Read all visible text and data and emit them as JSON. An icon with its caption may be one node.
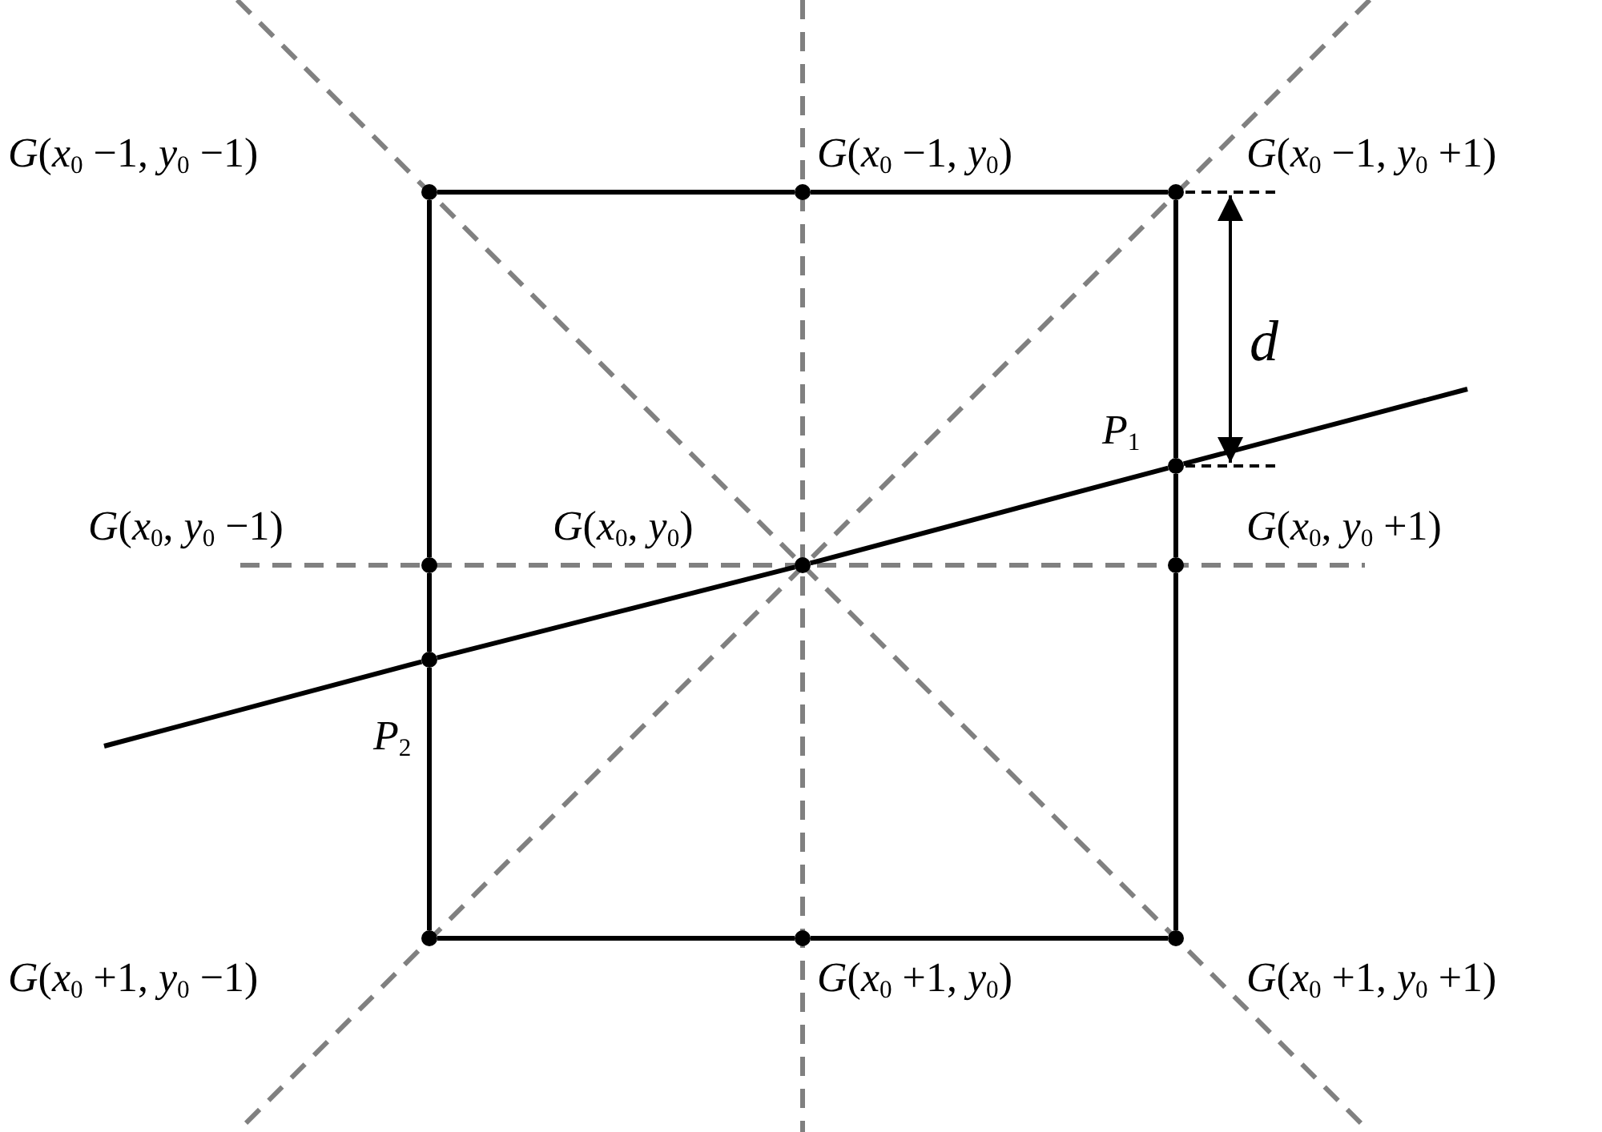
{
  "diagram": {
    "nodes": [
      {
        "text": [],
        "shape": "circle",
        "beside": [
          "*G*(*x*$_{0}$ −1, *y*$_{0}$ −1)"
        ]
      },
      {
        "text": [],
        "shape": "circle",
        "beside": [
          "*G*(*x*$_{0}$ −1, *y*$_{0}$)"
        ]
      },
      {
        "text": [],
        "shape": "circle",
        "beside": [
          "*G*(*x*$_{0}$ −1, *y*$_{0}$ +1)"
        ]
      },
      {
        "text": [],
        "shape": "circle",
        "beside": [
          "*P*$_{1}$"
        ]
      },
      {
        "text": [],
        "shape": "circle",
        "beside": [
          "*G*(*x*$_{0}$, *y*$_{0}$ −1)"
        ]
      },
      {
        "text": [],
        "shape": "circle",
        "beside": [
          "*G*(*x*$_{0}$, *y*$_{0}$)"
        ]
      },
      {
        "text": [],
        "shape": "circle",
        "beside": [
          "*G*(*x*$_{0}$, *y*$_{0}$ +1)"
        ]
      },
      {
        "text": [],
        "shape": "circle",
        "beside": [
          "*P*$_{2}$"
        ]
      },
      {
        "text": [],
        "shape": "circle",
        "beside": [
          "*G*(*x*$_{0}$ +1, *y*$_{0}$ −1)"
        ]
      },
      {
        "text": [],
        "shape": "circle",
        "beside": [
          "*G*(*x*$_{0}$ +1, *y*$_{0}$)"
        ]
      },
      {
        "text": [],
        "shape": "circle",
        "beside": [
          "*G*(*x*$_{0}$ +1, *y*$_{0}$ +1)"
        ]
      }
    ],
    "edges": [
      {
        "from": 0,
        "to": 1,
        "arrow": "none"
      },
      {
        "from": 1,
        "to": 2,
        "arrow": "none"
      },
      {
        "from": 2,
        "to": 3,
        "arrow": "none"
      },
      {
        "from": 3,
        "to": 6,
        "arrow": "none"
      },
      {
        "from": 6,
        "to": 10,
        "arrow": "none"
      },
      {
        "from": 0,
        "to": 4,
        "arrow": "none"
      },
      {
        "from": 4,
        "to": 7,
        "arrow": "none"
      },
      {
        "from": 7,
        "to": 8,
        "arrow": "none"
      },
      {
        "from": 8,
        "to": 9,
        "arrow": "none"
      },
      {
        "from": 9,
        "to": 10,
        "arrow": "none"
      },
      {
        "from": null,
        "to": 7,
        "arrow": "none"
      },
      {
        "from": 7,
        "to": 5,
        "arrow": "none"
      },
      {
        "from": 5,
        "to": 3,
        "arrow": "none"
      },
      {
        "from": 3,
        "to": null,
        "arrow": "none"
      }
    ],
    "labels": [
      "*d*"
    ]
  }
}
